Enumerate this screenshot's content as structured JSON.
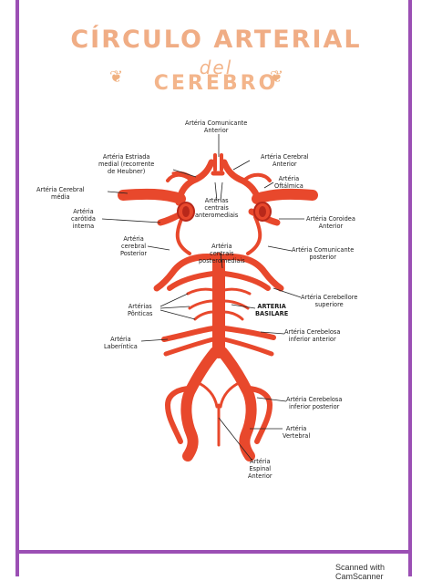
{
  "title": {
    "line1": "CÍRCULO ARTERIAL",
    "line2": "del",
    "line3": "CEREBRO"
  },
  "labels": {
    "comunicante_anterior": "Artéria Comunicante\nAnterior",
    "estriada_medial": "Artéria Estriada\nmedial (recorrente\nde Heubner)",
    "cerebral_anterior": "Artéria Cerebral\nAnterior",
    "cerebral_media": "Artéria Cerebral\nmédia",
    "oftalmica": "Artéria\nOftálmica",
    "centrais_anteromediais": "Artérias\ncentrais\nanteromediais",
    "carotida_interna": "Artéria\ncarótida\ninterna",
    "coroidea_anterior": "Artéria Coroidea\nAnterior",
    "cerebral_posterior": "Artéria\ncerebral\nPosterior",
    "centrais_posteromediais": "Artéria\ncentrais\nposteromediais",
    "comunicante_posterior": "Artéria Comunicante\nposterior",
    "cerebelar_superior": "Artéria Cerebellore\nsuperiore",
    "arterias_ponticas": "Artérias\nPônticas",
    "basilar": "ARTERIA\nBASILARE",
    "cerebelosa_inferior_anterior": "Artéria Cerebelosa\ninferior anterior",
    "labirintica": "Artéria\nLaberíntica",
    "cerebelosa_inferior_posterior": "Artéria Cerebelosa\ninferior posterior",
    "vertebral": "Artéria\nVertebral",
    "espinal_anterior": "Artéria\nEspinal\nAnterior"
  },
  "footer": {
    "scanner": "Scanned with CamScanner"
  },
  "colors": {
    "artery": "#e8482c",
    "artery_dark": "#b8281a",
    "frame": "#9b4fb4",
    "title": "#f0ad85"
  }
}
